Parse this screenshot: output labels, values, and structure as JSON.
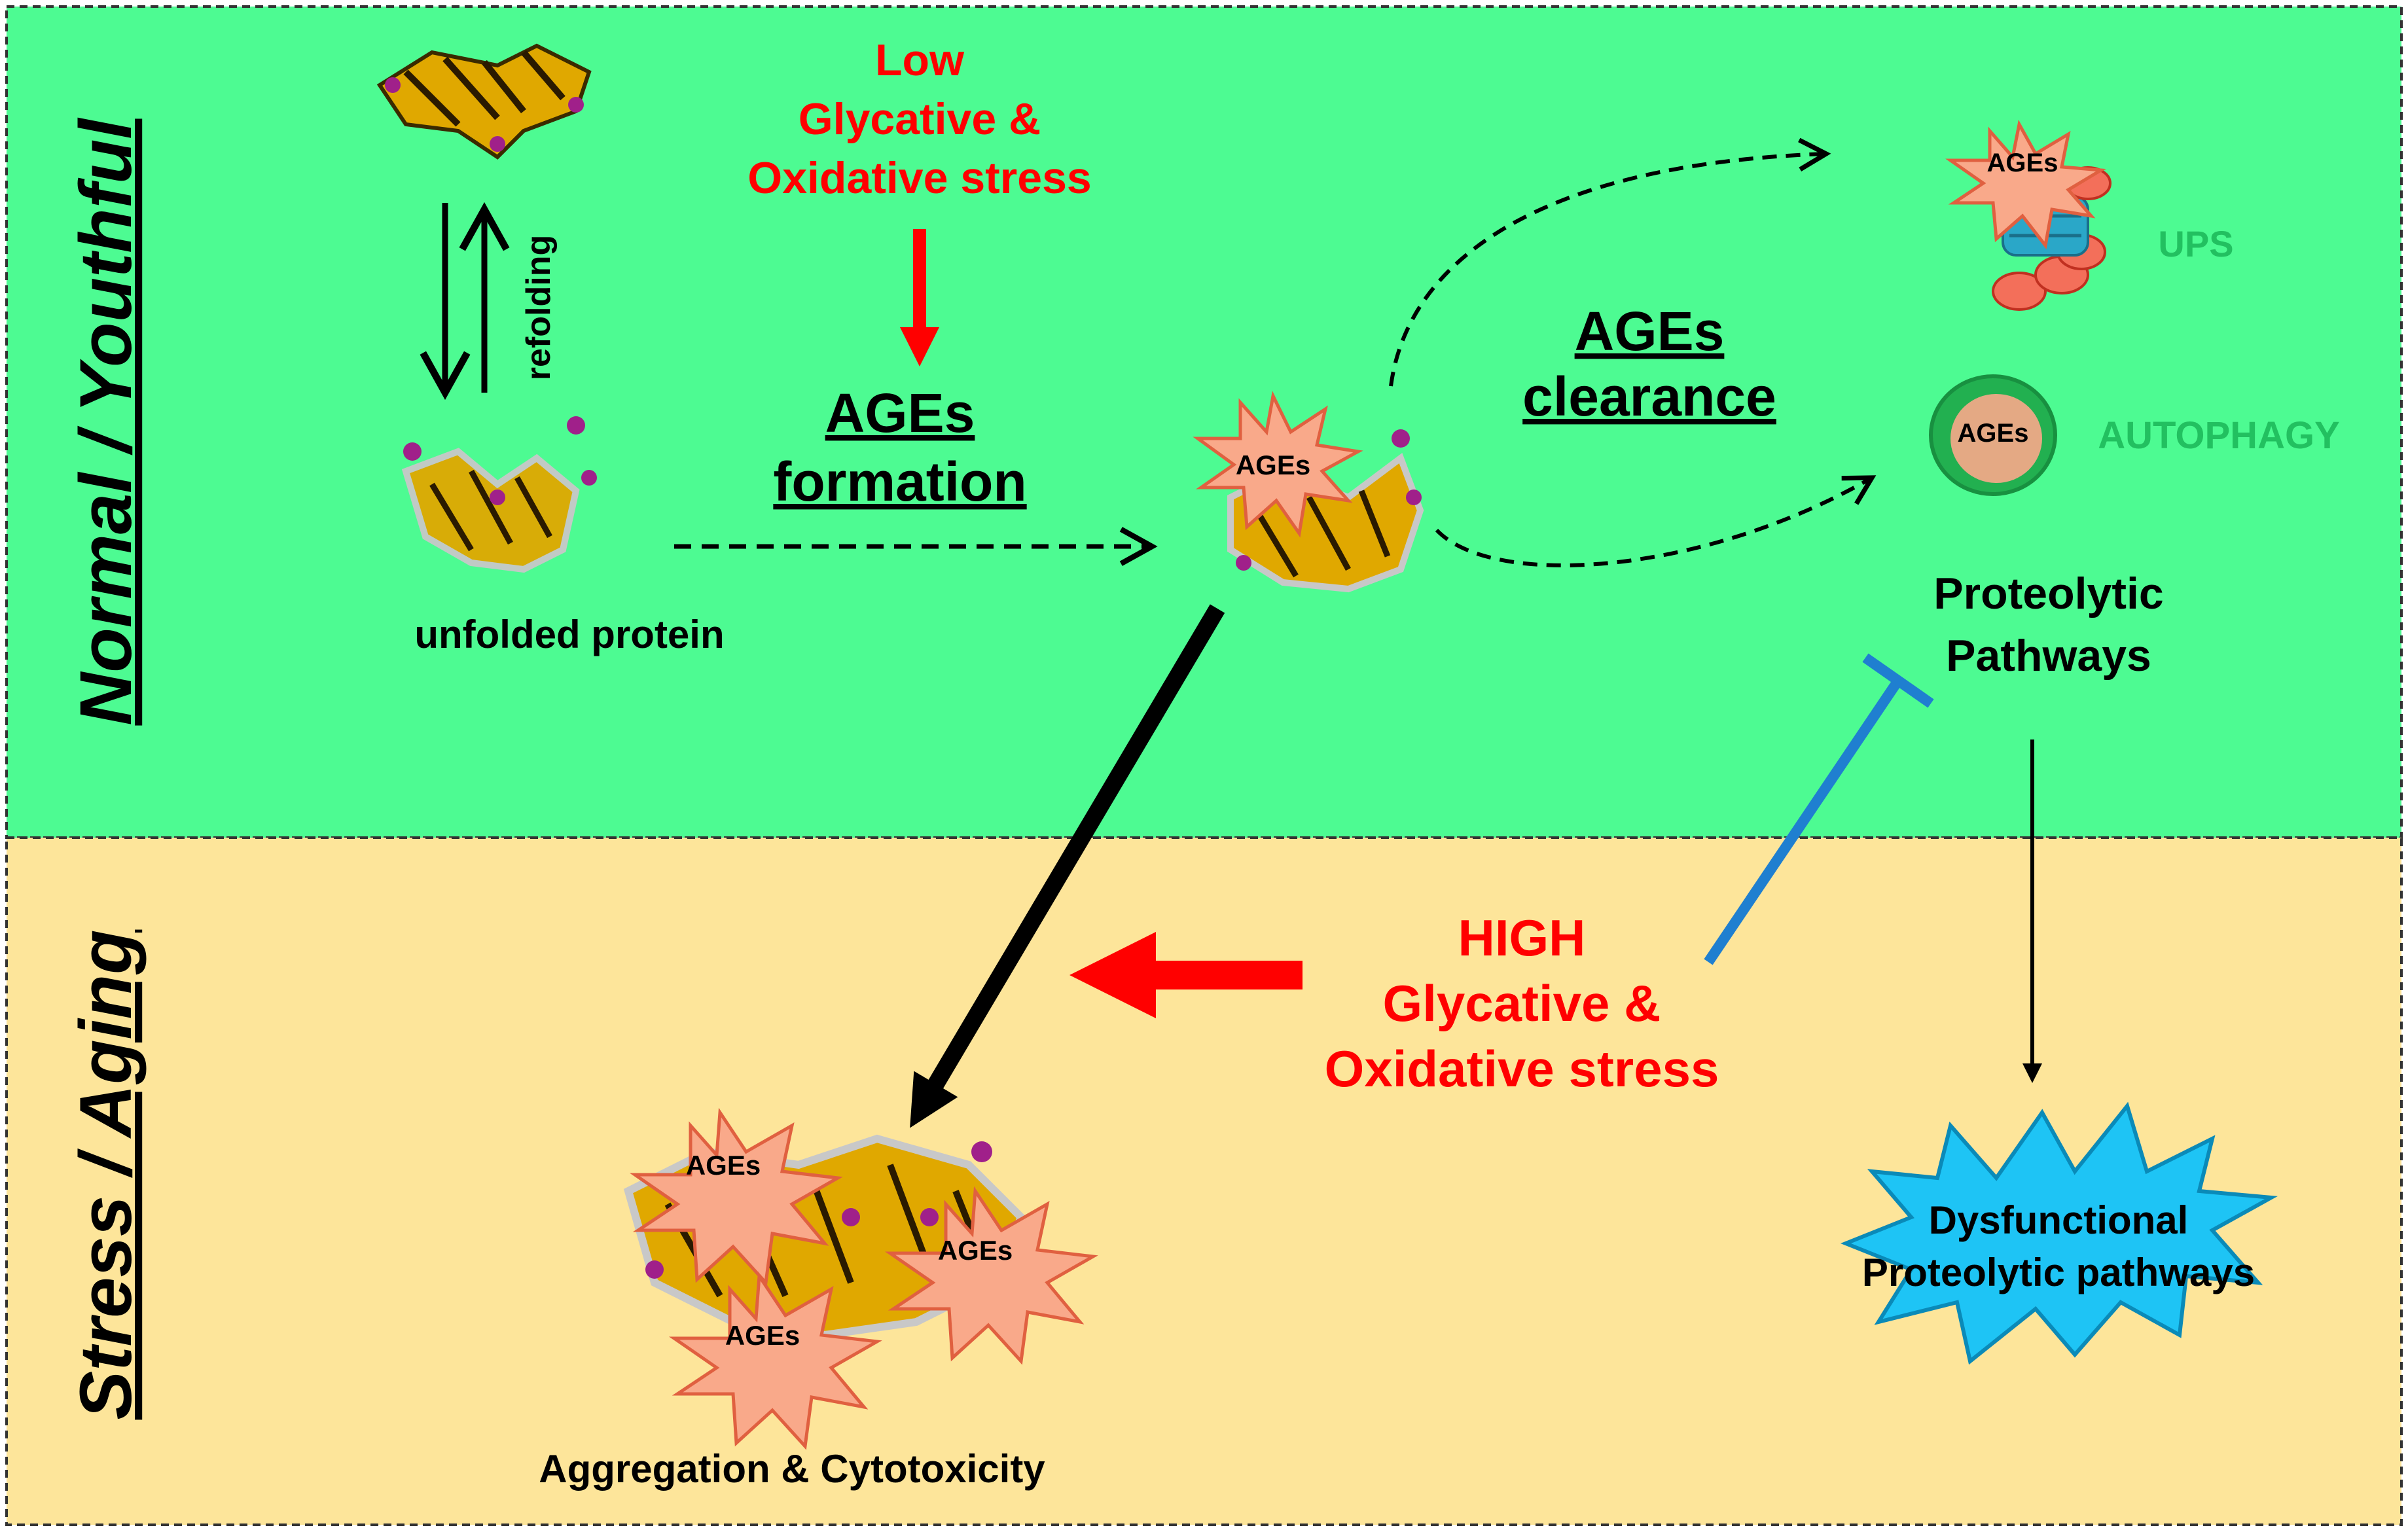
{
  "panels": {
    "top_label": "Normal / Youthful",
    "bottom_label": "Stress / Aging"
  },
  "top": {
    "low_stress": [
      "Low",
      "Glycative &",
      "Oxidative stress"
    ],
    "refolding": "refolding",
    "unfolded_protein": "unfolded protein",
    "ages_formation": [
      "AGEs",
      "formation"
    ],
    "ages_clearance": [
      "AGEs",
      "clearance"
    ],
    "ages_tag": "AGEs",
    "ups": "UPS",
    "autophagy": "AUTOPHAGY",
    "proteolytic": [
      "Proteolytic",
      "Pathways"
    ]
  },
  "bottom": {
    "high_stress": [
      "HIGH",
      "Glycative &",
      "Oxidative stress"
    ],
    "aggregation": "Aggregation & Cytotoxicity",
    "dysfunctional": [
      "Dysfunctional",
      "Proteolytic pathways"
    ]
  },
  "colors": {
    "top_bg": "#4dfb92",
    "bottom_bg": "#fde59a",
    "stress_red": "#ff0000",
    "inhibit_blue": "#1f7fd0",
    "ups_green": "#22c060",
    "star_fill": "#f9a98a",
    "burst_blue": "#1ec4f5"
  }
}
